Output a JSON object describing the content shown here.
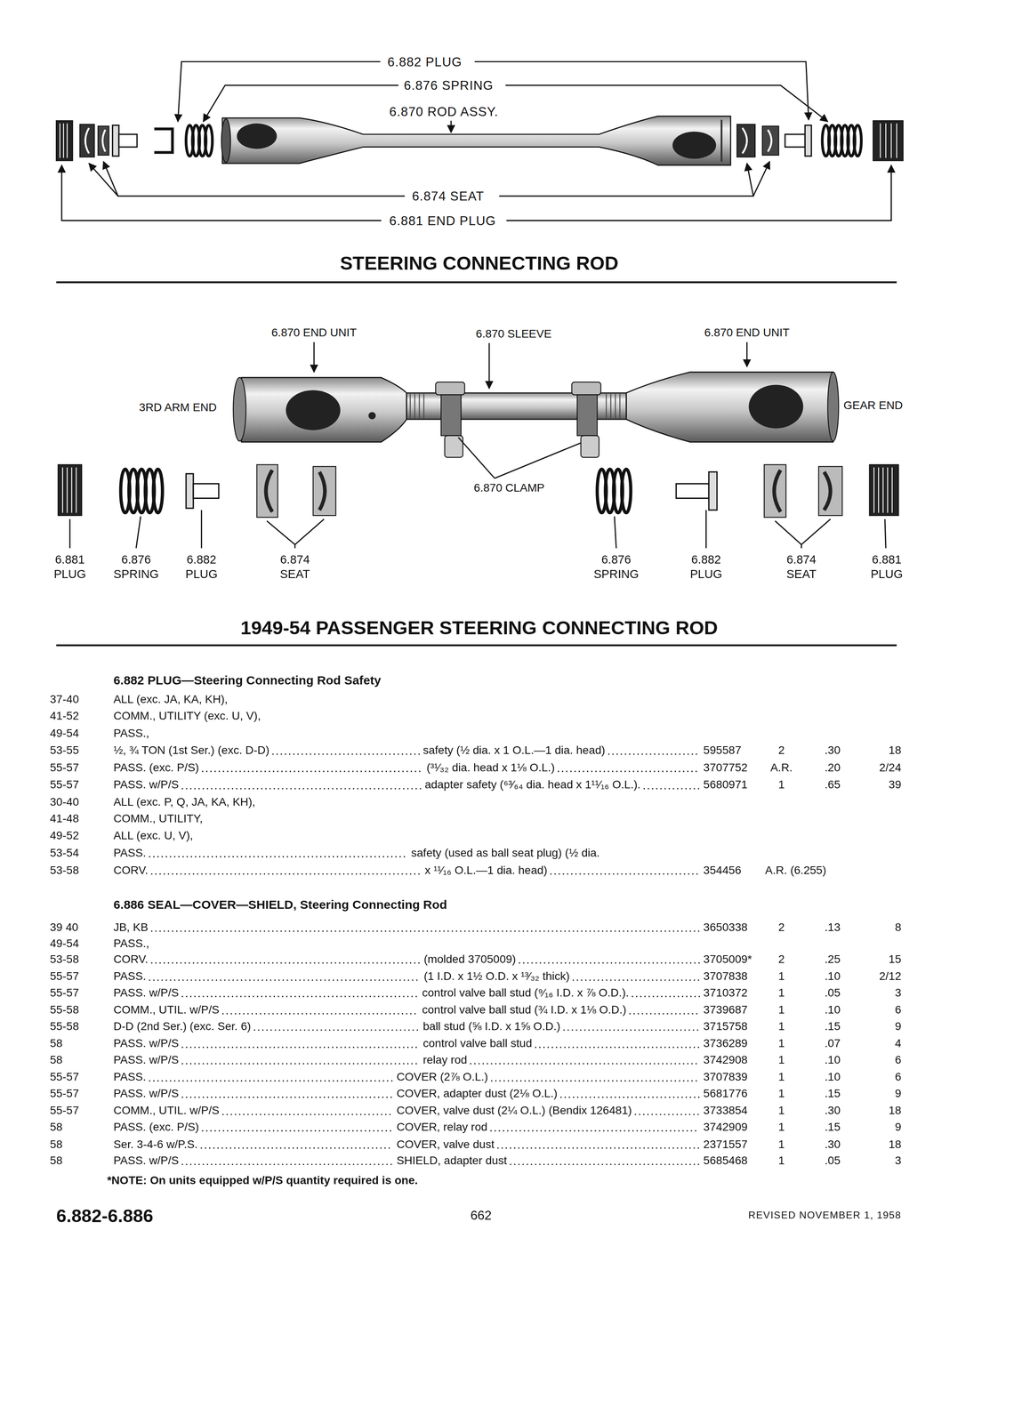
{
  "diagram": {
    "labels": [
      "6.882 PLUG",
      "6.876 SPRING",
      "6.870 ROD ASSY.",
      "6.874 SEAT",
      "6.881 END PLUG",
      "STEERING CONNECTING ROD",
      "6.870 END UNIT",
      "6.870 SLEEVE",
      "6.870 END UNIT",
      "3RD ARM END",
      "GEAR END",
      "6.870 CLAMP",
      "6.881 PLUG",
      "6.876 SPRING",
      "6.882 PLUG",
      "6.874 SEAT",
      "6.876 SPRING",
      "6.882 PLUG",
      "6.874 SEAT",
      "6.881 PLUG",
      "1949-54 PASSENGER STEERING CONNECTING ROD",
      "6.882 PLUG—Steering Connecting Rod Safety",
      "37-40",
      "ALL (exc. JA, KA, KH),",
      "41-52",
      "COMM., UTILITY (exc. U, V),",
      "49-54",
      "PASS.,",
      "53-55",
      "½, ¾ TON (1st Ser.) (exc. D-D)",
      "safety (½ dia. x 1 O.L.—1 dia. head)",
      "595587",
      "2",
      ".30",
      "18",
      "55-57",
      "PASS. (exc. P/S)",
      "(³¹⁄₃₂ dia. head x 1⅛ O.L.)",
      "3707752",
      "A.R.",
      ".20",
      "2/24",
      "55-57",
      "PASS. w/P/S",
      "adapter safety (⁶³⁄₆₄ dia. head x 1¹¹⁄₁₆ O.L.).",
      "5680971",
      "1",
      ".65",
      "39",
      "30-40",
      "ALL (exc. P, Q, JA, KA, KH),",
      "41-48",
      "COMM., UTILITY,",
      "49-52",
      "ALL (exc. U, V),",
      "53-54",
      "PASS.",
      "safety (used as ball seat plug) (½ dia.",
      "53-58",
      "CORV.",
      "x ¹¹⁄₁₆ O.L.—1 dia. head)",
      "354456",
      "A.R. (6.255)",
      "6.886 SEAL—COVER—SHIELD, Steering Connecting Rod",
      "39 40",
      "JB, KB",
      "3650338",
      "2",
      ".13",
      "8",
      "49-54",
      "PASS.,",
      "53-58",
      "CORV.",
      "(molded 3705009)",
      "3705009*",
      "2",
      ".25",
      "15",
      "55-57",
      "PASS.",
      "(1 I.D. x 1½ O.D. x ¹³⁄₃₂ thick)",
      "3707838",
      "1",
      ".10",
      "2/12",
      "55-57",
      "PASS. w/P/S",
      "control valve ball stud (⁹⁄₁₆ I.D. x ⅞ O.D.).",
      "3710372",
      "1",
      ".05",
      "3",
      "55-58",
      "COMM., UTIL. w/P/S",
      "control valve ball stud (¾ I.D. x 1⅛ O.D.)",
      "3739687",
      "1",
      ".10",
      "6",
      "55-58",
      "D-D (2nd Ser.) (exc. Ser. 6)",
      "ball stud (⅝ I.D. x 1⅝ O.D.)",
      "3715758",
      "1",
      ".15",
      "9",
      "58",
      "PASS. w/P/S",
      "control valve ball stud",
      "3736289",
      "1",
      ".07",
      "4",
      "58",
      "PASS. w/P/S",
      "relay rod",
      "3742908",
      "1",
      ".10",
      "6",
      "55-57",
      "PASS.",
      "COVER (2⅞ O.L.)",
      "3707839",
      "1",
      ".10",
      "6",
      "55-57",
      "PASS. w/P/S",
      "COVER, adapter dust (2⅛ O.L.)",
      "5681776",
      "1",
      ".15",
      "9",
      "55-57",
      "COMM., UTIL. w/P/S",
      "COVER, valve dust (2¼ O.L.) (Bendix 126481)",
      "3733854",
      "1",
      ".30",
      "18",
      "58",
      "PASS. (exc. P/S)",
      "COVER, relay rod",
      "3742909",
      "1",
      ".15",
      "9",
      "58",
      "Ser. 3-4-6 w/P.S.",
      "COVER, valve dust",
      "2371557",
      "1",
      ".30",
      "18",
      "58",
      "PASS. w/P/S",
      "SHIELD, adapter dust",
      "5685468",
      "1",
      ".05",
      "3",
      "*NOTE: On units equipped w/P/S quantity required is one.",
      "6.882-6.886",
      "662",
      "REVISED NOVEMBER 1, 1958"
    ]
  }
}
